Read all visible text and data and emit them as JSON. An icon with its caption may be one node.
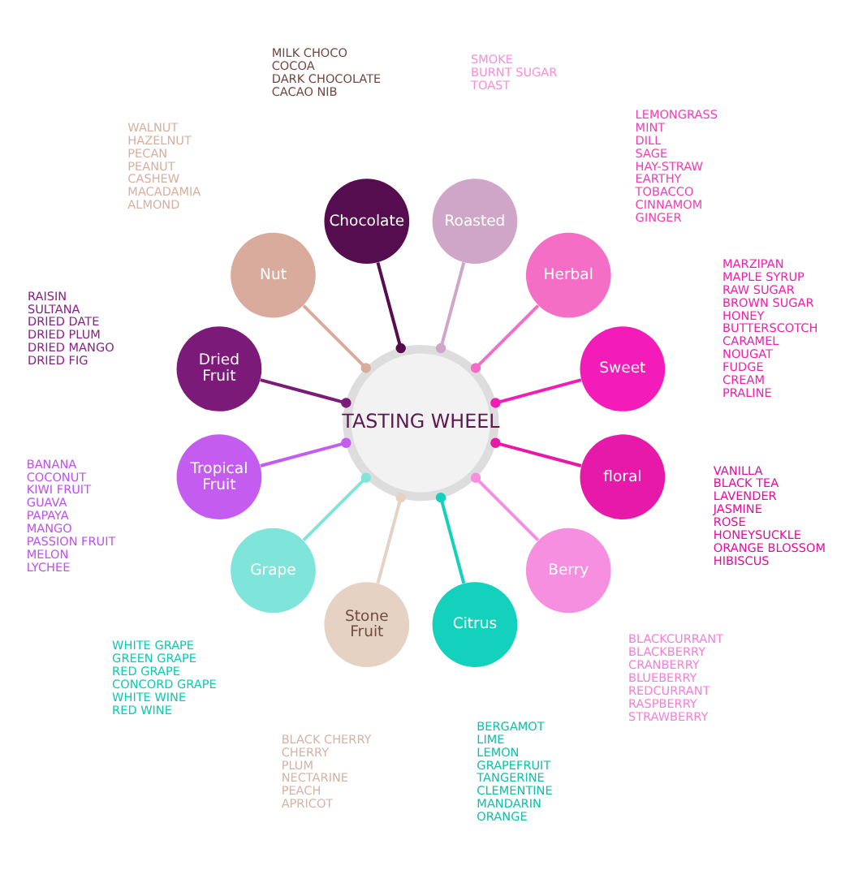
{
  "diagram": {
    "nodes": [
      {
        "text": [
          "TASTING WHEEL"
        ]
      },
      {
        "text": [
          "floral"
        ],
        "beside": [
          "VANILLA",
          "BLACK TEA",
          "LAVENDER",
          "JASMINE",
          "ROSE",
          "HONEYSUCKLE",
          "ORANGE BLOSSOM",
          "HIBISCUS"
        ]
      },
      {
        "text": [
          "Berry"
        ],
        "beside": [
          "BLACKCURRANT",
          "BLACKBERRY",
          "CRANBERRY",
          "BLUEBERRY",
          "REDCURRANT",
          "RASPBERRY",
          "STRAWBERRY"
        ]
      },
      {
        "text": [
          "Citrus"
        ],
        "beside": [
          "BERGAMOT",
          "LIME",
          "LEMON",
          "GRAPEFRUIT",
          "TANGERINE",
          "CLEMENTINE",
          "MANDARIN",
          "ORANGE"
        ]
      },
      {
        "text": [
          "Stone Fruit"
        ],
        "beside": [
          "BLACK CHERRY",
          "CHERRY",
          "PLUM",
          "NECTARINE",
          "PEACH",
          "APRICOT"
        ]
      },
      {
        "text": [
          "Grape"
        ],
        "beside": [
          "WHITE GRAPE",
          "GREEN GRAPE",
          "RED GRAPE",
          "CONCORD GRAPE",
          "WHITE WINE",
          "RED WINE"
        ]
      },
      {
        "text": [
          "Tropical Fruit"
        ],
        "beside": [
          "BANANA",
          "COCONUT",
          "KIWI FRUIT",
          "GUAVA",
          "PAPAYA",
          "MANGO",
          "PASSION FRUIT",
          "MELON",
          "LYCHEE"
        ]
      },
      {
        "text": [
          "Dried Fruit"
        ],
        "beside": [
          "RAISIN",
          "SULTANA",
          "DRIED DATE",
          "DRIED PLUM",
          "DRIED MANGO",
          "DRIED FIG"
        ]
      },
      {
        "text": [
          "Nut"
        ],
        "beside": [
          "WALNUT",
          "HAZELNUT",
          "PECAN",
          "PEANUT",
          "CASHEW",
          "MACADAMIA",
          "ALMOND"
        ]
      },
      {
        "text": [
          "Chocolate"
        ],
        "beside": [
          "MILK CHOCO",
          "COCOA",
          "DARK CHOCOLATE",
          "CACAO NIB"
        ]
      },
      {
        "text": [
          "Roasted"
        ],
        "beside": [
          "SMOKE",
          "BURNT SUGAR",
          "TOAST"
        ]
      },
      {
        "text": [
          "Herbal"
        ],
        "beside": [
          "LEMONGRASS",
          "MINT",
          "DILL",
          "SAGE",
          "HAY-STRAW",
          "EARTHY",
          "TOBACCO",
          "CINNAMOM",
          "GINGER"
        ]
      },
      {
        "text": [
          "Sweet"
        ],
        "beside": [
          "MARZIPAN",
          "MAPLE SYRUP",
          "RAW SUGAR",
          "BROWN SUGAR",
          "HONEY",
          "BUTTERSCOTCH",
          "CARAMEL",
          "NOUGAT",
          "FUDGE",
          "CREAM",
          "PRALINE"
        ]
      }
    ],
    "edges": [
      {
        "from": 0,
        "to": 1,
        "arrow": "other",
        "color": "#e619a8"
      },
      {
        "from": 0,
        "to": 2,
        "arrow": "other",
        "color": "#f78fe0"
      },
      {
        "from": 0,
        "to": 3,
        "arrow": "other",
        "color": "#14d1bd"
      },
      {
        "from": 0,
        "to": 4,
        "arrow": "other",
        "color": "#e6d2c3"
      },
      {
        "from": 0,
        "to": 5,
        "arrow": "other",
        "color": "#7fe5da"
      },
      {
        "from": 0,
        "to": 6,
        "arrow": "other",
        "color": "#c45cf0"
      },
      {
        "from": 0,
        "to": 7,
        "arrow": "other",
        "color": "#7b1a78"
      },
      {
        "from": 0,
        "to": 8,
        "arrow": "other",
        "color": "#d9ab9c"
      },
      {
        "from": 0,
        "to": 9,
        "arrow": "other",
        "color": "#560d50"
      },
      {
        "from": 0,
        "to": 10,
        "arrow": "other",
        "color": "#cfa6c8"
      },
      {
        "from": 0,
        "to": 11,
        "arrow": "other",
        "color": "#f56ec6"
      },
      {
        "from": 0,
        "to": 12,
        "arrow": "other",
        "color": "#f41cb8"
      }
    ]
  }
}
